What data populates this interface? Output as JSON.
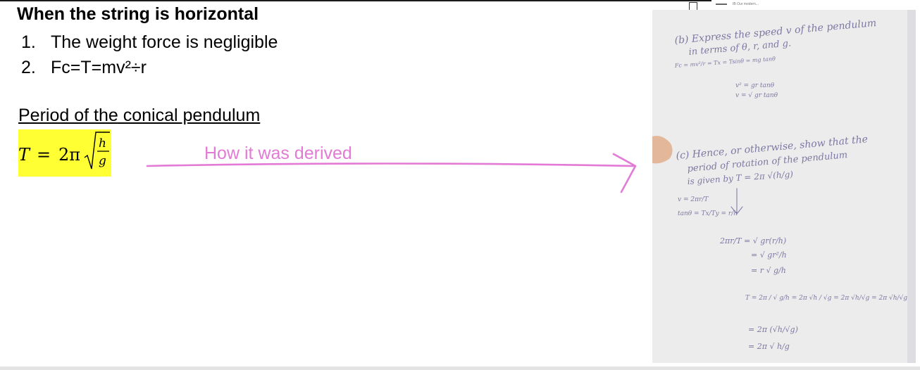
{
  "heading": "When the string is horizontal",
  "list": [
    {
      "number": "1.",
      "text": "The weight force is negligible"
    },
    {
      "number": "2.",
      "text": "Fc=T=mv²÷r"
    }
  ],
  "section_title": "Period of the conical pendulum",
  "formula": {
    "lhs": "T",
    "equals": "=",
    "coef": "2π",
    "numerator": "h",
    "denominator": "g"
  },
  "derived_label": "How it was derived",
  "colors": {
    "highlight": "#ffff33",
    "pink": "#e27ad6",
    "ink": "#8a86ad"
  },
  "top_tab_text": "IB Our modern...",
  "notes": {
    "b_line1": "(b) Express the speed v of the pendulum",
    "b_line2": "in terms of θ, r, and g.",
    "b_line3": "Fc = mv²/r = Tx = Tsinθ = mg tanθ",
    "b_line4": "v² = gr tanθ",
    "b_line5": "v = √ gr tanθ",
    "c_line1": "(c) Hence, or otherwise, show that the",
    "c_line2": "period of rotation of the pendulum",
    "c_line3": "is given by   T = 2π √(h/g)",
    "c_line4": "v = 2πr/T",
    "c_line5": "tanθ = Tx/Ty = r/h",
    "c_line6": "2πr/T = √ gr(r/h)",
    "c_line7": "= √ gr²/h",
    "c_line8": "= r √ g/h",
    "c_line9": "T = 2π / √ g/h  =  2π √h / √g  =  2π √h/√g  = 2π √h/√g",
    "c_line10": "= 2π (√h/√g)",
    "c_line11": "= 2π √ h/g"
  }
}
